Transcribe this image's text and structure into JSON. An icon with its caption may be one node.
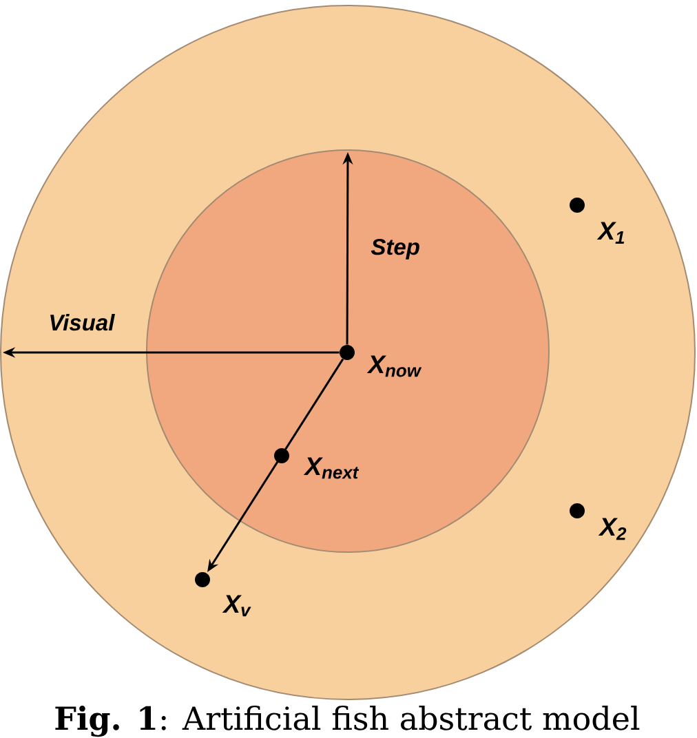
{
  "diagram": {
    "caption": "**Fig. 1**: Artificial fish abstract model",
    "nodes": [
      {
        "text": [],
        "shape": "circle"
      },
      {
        "text": [],
        "shape": "circle",
        "in": 0
      },
      {
        "text": [],
        "shape": "dot",
        "in": 0,
        "beside": [
          "X$_{1}$"
        ]
      },
      {
        "text": [],
        "shape": "dot",
        "in": 1,
        "beside": [
          "X$_{now}$"
        ]
      },
      {
        "text": [],
        "shape": "dot",
        "in": 1,
        "beside": [
          "X$_{next}$"
        ]
      },
      {
        "text": [],
        "shape": "dot",
        "in": 0,
        "beside": [
          "X$_{2}$"
        ]
      },
      {
        "text": [],
        "shape": "dot",
        "in": 0,
        "beside": [
          "X$_{v}$"
        ]
      }
    ],
    "edges": [
      {
        "from": 3,
        "to": 1,
        "arrow": "to",
        "label": "Step"
      },
      {
        "from": 3,
        "to": 0,
        "arrow": "to",
        "label": "Visual"
      },
      {
        "from": 3,
        "to": 6,
        "arrow": "to"
      }
    ]
  }
}
